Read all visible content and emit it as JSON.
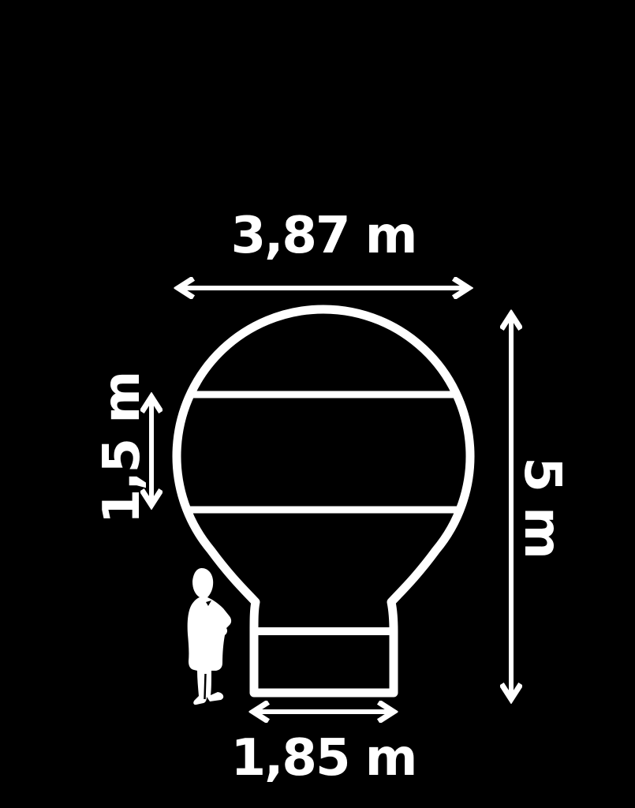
{
  "page": {
    "background_color": "#000000",
    "line_color": "#ffffff"
  },
  "diagram": {
    "type": "dimension-diagram",
    "labels": {
      "balloon_diameter": "3,87 m",
      "stripe_band_height": "1,5 m",
      "total_height": "5 m",
      "base_width": "1,85 m"
    },
    "icons": {
      "person": "person-silhouette-scale-reference"
    }
  }
}
